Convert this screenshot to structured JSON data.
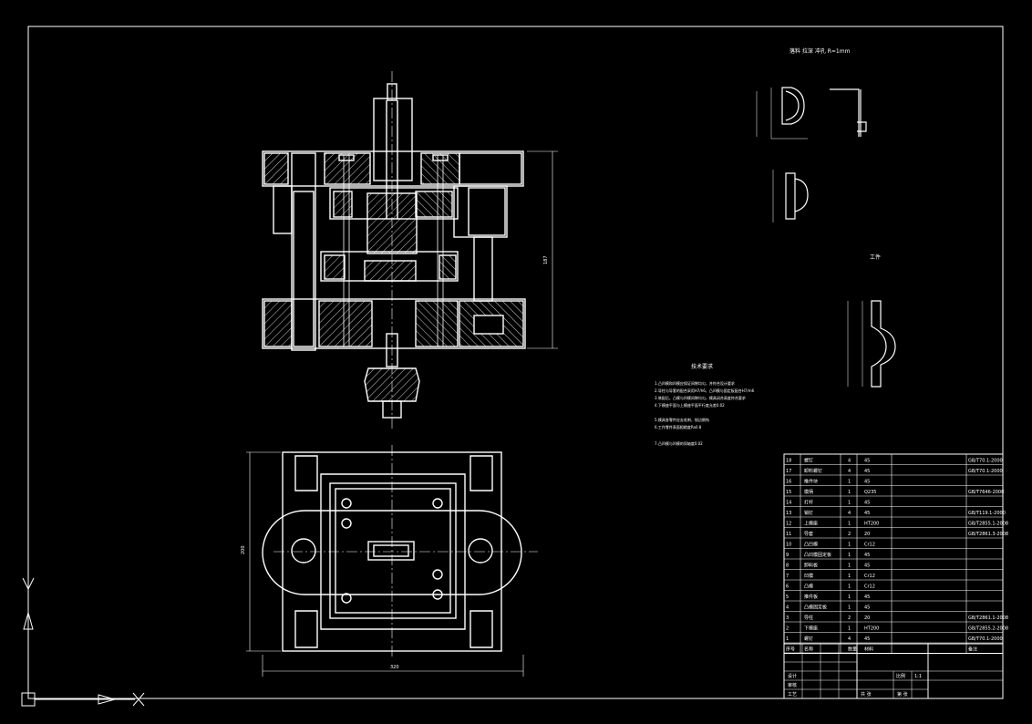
{
  "drawing": {
    "detail_titles": [
      "落料 拉深 冲孔 R=1mm",
      "工件"
    ],
    "tech_req_title": "技术要求",
    "tech_req_lines": [
      "1.凸凹模和凹模应保证间隙均匀，并符合设计要求",
      "2.导柱与导套的配合采用H7/h6，凸凹模与固定板配合H7/m6",
      "3.装配后，凸模与凹模间隙均匀，模具闭合高度符合要求",
      "4.下模座平面与上模座平面平行度允差0.02",
      "5.模具各零件应去毛刺，锐边倒钝",
      "6.工作零件表面粗糙度Ra0.8",
      "7.凸凹模与凹模的同轴度0.02"
    ],
    "bom": {
      "rows": [
        [
          "18",
          "螺钉",
          "4",
          "45",
          "GB/T70.1-2000"
        ],
        [
          "17",
          "卸料螺钉",
          "4",
          "45",
          "GB/T70.1-2000"
        ],
        [
          "16",
          "推件块",
          "1",
          "45",
          ""
        ],
        [
          "15",
          "模柄",
          "1",
          "Q235",
          "GB/T7646-2008"
        ],
        [
          "14",
          "打杆",
          "1",
          "45",
          ""
        ],
        [
          "13",
          "销钉",
          "4",
          "45",
          "GB/T119.1-2000"
        ],
        [
          "12",
          "上模座",
          "1",
          "HT200",
          "GB/T2855.1-2008"
        ],
        [
          "11",
          "导套",
          "2",
          "20",
          "GB/T2861.3-2008"
        ],
        [
          "10",
          "凸凹模",
          "1",
          "Cr12",
          ""
        ],
        [
          "9",
          "凸凹模固定板",
          "1",
          "45",
          ""
        ],
        [
          "8",
          "卸料板",
          "1",
          "45",
          ""
        ],
        [
          "7",
          "凹模",
          "1",
          "Cr12",
          ""
        ],
        [
          "6",
          "凸模",
          "1",
          "Cr12",
          ""
        ],
        [
          "5",
          "推件板",
          "1",
          "45",
          ""
        ],
        [
          "4",
          "凸模固定板",
          "1",
          "45",
          ""
        ],
        [
          "3",
          "导柱",
          "2",
          "20",
          "GB/T2861.1-2008"
        ],
        [
          "2",
          "下模座",
          "1",
          "HT200",
          "GB/T2855.2-2008"
        ],
        [
          "1",
          "螺钉",
          "4",
          "45",
          "GB/T70.1-2000"
        ]
      ],
      "header": [
        "序号",
        "名称",
        "数量",
        "材料",
        "备注"
      ]
    },
    "title_block": [
      "设计",
      "审核",
      "工艺",
      "比例",
      "1:1",
      "共 张",
      "第 张"
    ],
    "dims": {
      "height_front": "187",
      "plan_height": "200",
      "plan_width": "320",
      "ucs_y": "Y",
      "ucs_x": "X"
    }
  }
}
